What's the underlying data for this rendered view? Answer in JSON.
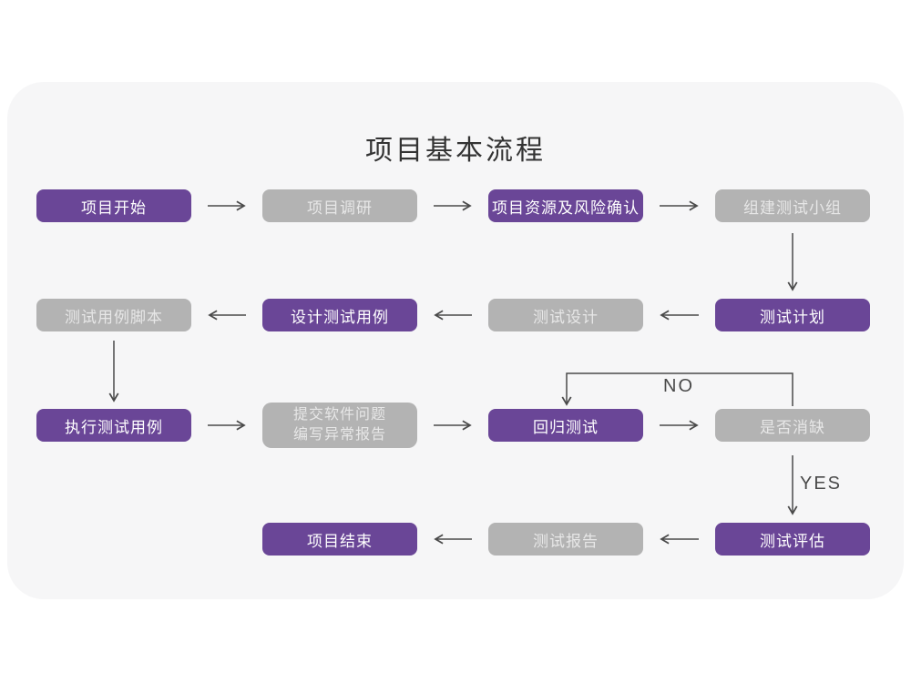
{
  "title": "项目基本流程",
  "labels": {
    "no": "NO",
    "yes": "YES"
  },
  "colors": {
    "card_background": "#f6f6f7",
    "node_purple": "#6a4697",
    "node_gray": "#b3b3b3",
    "node_text_on_purple": "#ffffff",
    "node_text_on_gray": "#e7e7e7",
    "arrow": "#4a4a4a",
    "title_text": "#333333"
  },
  "nodes": [
    {
      "id": "project-start",
      "label": "项目开始",
      "variant": "purple"
    },
    {
      "id": "project-research",
      "label": "项目调研",
      "variant": "gray"
    },
    {
      "id": "resource-risk-confirm",
      "label": "项目资源及风险确认",
      "variant": "purple"
    },
    {
      "id": "form-test-team",
      "label": "组建测试小组",
      "variant": "gray"
    },
    {
      "id": "test-case-script",
      "label": "测试用例脚本",
      "variant": "gray"
    },
    {
      "id": "design-test-cases",
      "label": "设计测试用例",
      "variant": "purple"
    },
    {
      "id": "test-design",
      "label": "测试设计",
      "variant": "gray"
    },
    {
      "id": "test-plan",
      "label": "测试计划",
      "variant": "purple"
    },
    {
      "id": "execute-test-cases",
      "label": "执行测试用例",
      "variant": "purple"
    },
    {
      "id": "submit-issues-report",
      "label": "提交软件问题",
      "label2": "编写异常报告",
      "variant": "gray"
    },
    {
      "id": "regression-test",
      "label": "回归测试",
      "variant": "purple"
    },
    {
      "id": "defect-cleared-decision",
      "label": "是否消缺",
      "variant": "gray"
    },
    {
      "id": "project-end",
      "label": "项目结束",
      "variant": "purple"
    },
    {
      "id": "test-report",
      "label": "测试报告",
      "variant": "gray"
    },
    {
      "id": "test-evaluation",
      "label": "测试评估",
      "variant": "purple"
    }
  ],
  "edges": [
    {
      "from": "项目开始",
      "to": "项目调研"
    },
    {
      "from": "项目调研",
      "to": "项目资源及风险确认"
    },
    {
      "from": "项目资源及风险确认",
      "to": "组建测试小组"
    },
    {
      "from": "组建测试小组",
      "to": "测试计划"
    },
    {
      "from": "测试计划",
      "to": "测试设计"
    },
    {
      "from": "测试设计",
      "to": "设计测试用例"
    },
    {
      "from": "设计测试用例",
      "to": "测试用例脚本"
    },
    {
      "from": "测试用例脚本",
      "to": "执行测试用例"
    },
    {
      "from": "执行测试用例",
      "to": "提交软件问题 编写异常报告"
    },
    {
      "from": "提交软件问题 编写异常报告",
      "to": "回归测试"
    },
    {
      "from": "回归测试",
      "to": "是否消缺"
    },
    {
      "from": "是否消缺",
      "to": "回归测试",
      "label": "NO"
    },
    {
      "from": "是否消缺",
      "to": "测试评估",
      "label": "YES"
    },
    {
      "from": "测试评估",
      "to": "测试报告"
    },
    {
      "from": "测试报告",
      "to": "项目结束"
    }
  ]
}
